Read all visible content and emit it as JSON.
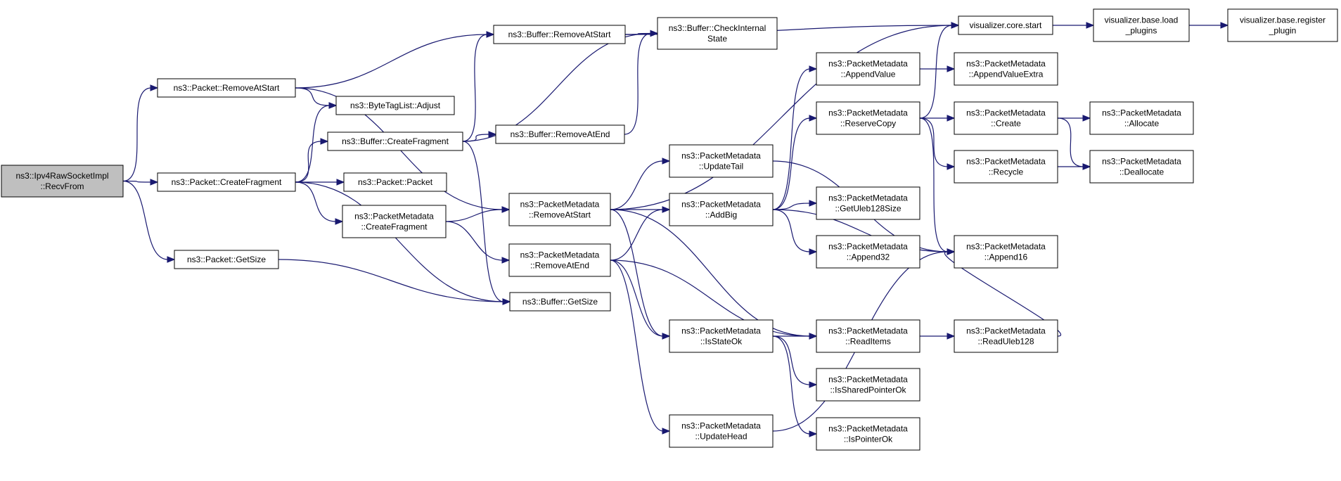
{
  "diagram": {
    "colors": {
      "edge": "#191970",
      "root_fill": "#bfbfbf",
      "node_fill": "#ffffff",
      "node_border": "#000000"
    },
    "nodes": [
      {
        "id": "recvfrom",
        "lines": [
          "ns3::Ipv4RawSocketImpl",
          "::RecvFrom"
        ],
        "root": true
      },
      {
        "id": "pkt_removeatstart",
        "lines": [
          "ns3::Packet::RemoveAtStart"
        ]
      },
      {
        "id": "pkt_createfragment",
        "lines": [
          "ns3::Packet::CreateFragment"
        ]
      },
      {
        "id": "pkt_getsize",
        "lines": [
          "ns3::Packet::GetSize"
        ]
      },
      {
        "id": "buf_removeatstart",
        "lines": [
          "ns3::Buffer::RemoveAtStart"
        ]
      },
      {
        "id": "bytetaglist_adjust",
        "lines": [
          "ns3::ByteTagList::Adjust"
        ]
      },
      {
        "id": "buf_createfragment",
        "lines": [
          "ns3::Buffer::CreateFragment"
        ]
      },
      {
        "id": "pkt_packet",
        "lines": [
          "ns3::Packet::Packet"
        ]
      },
      {
        "id": "pm_createfragment",
        "lines": [
          "ns3::PacketMetadata",
          "::CreateFragment"
        ]
      },
      {
        "id": "buf_checkinternalstate",
        "lines": [
          "ns3::Buffer::CheckInternal",
          "State"
        ]
      },
      {
        "id": "buf_removeatend",
        "lines": [
          "ns3::Buffer::RemoveAtEnd"
        ]
      },
      {
        "id": "pm_removeatstart",
        "lines": [
          "ns3::PacketMetadata",
          "::RemoveAtStart"
        ]
      },
      {
        "id": "pm_removeatend",
        "lines": [
          "ns3::PacketMetadata",
          "::RemoveAtEnd"
        ]
      },
      {
        "id": "buf_getsize",
        "lines": [
          "ns3::Buffer::GetSize"
        ]
      },
      {
        "id": "pm_updatetail",
        "lines": [
          "ns3::PacketMetadata",
          "::UpdateTail"
        ]
      },
      {
        "id": "pm_addbig",
        "lines": [
          "ns3::PacketMetadata",
          "::AddBig"
        ]
      },
      {
        "id": "pm_isstateok",
        "lines": [
          "ns3::PacketMetadata",
          "::IsStateOk"
        ]
      },
      {
        "id": "pm_updatehead",
        "lines": [
          "ns3::PacketMetadata",
          "::UpdateHead"
        ]
      },
      {
        "id": "pm_appendvalue",
        "lines": [
          "ns3::PacketMetadata",
          "::AppendValue"
        ]
      },
      {
        "id": "pm_reservecopy",
        "lines": [
          "ns3::PacketMetadata",
          "::ReserveCopy"
        ]
      },
      {
        "id": "pm_getuleb128size",
        "lines": [
          "ns3::PacketMetadata",
          "::GetUleb128Size"
        ]
      },
      {
        "id": "pm_append32",
        "lines": [
          "ns3::PacketMetadata",
          "::Append32"
        ]
      },
      {
        "id": "pm_readitems",
        "lines": [
          "ns3::PacketMetadata",
          "::ReadItems"
        ]
      },
      {
        "id": "pm_issharedpointerok",
        "lines": [
          "ns3::PacketMetadata",
          "::IsSharedPointerOk"
        ]
      },
      {
        "id": "pm_ispointerok",
        "lines": [
          "ns3::PacketMetadata",
          "::IsPointerOk"
        ]
      },
      {
        "id": "viz_core_start",
        "lines": [
          "visualizer.core.start"
        ]
      },
      {
        "id": "pm_appendvalueextra",
        "lines": [
          "ns3::PacketMetadata",
          "::AppendValueExtra"
        ]
      },
      {
        "id": "pm_create",
        "lines": [
          "ns3::PacketMetadata",
          "::Create"
        ]
      },
      {
        "id": "pm_recycle",
        "lines": [
          "ns3::PacketMetadata",
          "::Recycle"
        ]
      },
      {
        "id": "pm_append16",
        "lines": [
          "ns3::PacketMetadata",
          "::Append16"
        ]
      },
      {
        "id": "pm_readuleb128",
        "lines": [
          "ns3::PacketMetadata",
          "::ReadUleb128"
        ]
      },
      {
        "id": "viz_base_load_plugins",
        "lines": [
          "visualizer.base.load",
          "_plugins"
        ]
      },
      {
        "id": "pm_allocate",
        "lines": [
          "ns3::PacketMetadata",
          "::Allocate"
        ]
      },
      {
        "id": "pm_deallocate",
        "lines": [
          "ns3::PacketMetadata",
          "::Deallocate"
        ]
      },
      {
        "id": "viz_base_register_plugin",
        "lines": [
          "visualizer.base.register",
          "_plugin"
        ]
      }
    ],
    "edges": [
      [
        "recvfrom",
        "pkt_removeatstart"
      ],
      [
        "recvfrom",
        "pkt_createfragment"
      ],
      [
        "recvfrom",
        "pkt_getsize"
      ],
      [
        "pkt_removeatstart",
        "buf_removeatstart"
      ],
      [
        "pkt_removeatstart",
        "bytetaglist_adjust"
      ],
      [
        "pkt_removeatstart",
        "pm_removeatstart"
      ],
      [
        "pkt_createfragment",
        "bytetaglist_adjust"
      ],
      [
        "pkt_createfragment",
        "buf_createfragment"
      ],
      [
        "pkt_createfragment",
        "pkt_packet"
      ],
      [
        "pkt_createfragment",
        "pm_createfragment"
      ],
      [
        "pkt_createfragment",
        "buf_getsize"
      ],
      [
        "pkt_getsize",
        "buf_getsize"
      ],
      [
        "buf_removeatstart",
        "buf_checkinternalstate"
      ],
      [
        "buf_removeatstart",
        "viz_core_start"
      ],
      [
        "buf_createfragment",
        "buf_removeatstart"
      ],
      [
        "buf_createfragment",
        "buf_checkinternalstate"
      ],
      [
        "buf_createfragment",
        "buf_removeatend"
      ],
      [
        "buf_createfragment",
        "buf_getsize"
      ],
      [
        "buf_removeatend",
        "buf_checkinternalstate"
      ],
      [
        "pm_createfragment",
        "pm_removeatstart"
      ],
      [
        "pm_createfragment",
        "pm_removeatend"
      ],
      [
        "pm_removeatstart",
        "viz_core_start"
      ],
      [
        "pm_removeatstart",
        "pm_updatetail"
      ],
      [
        "pm_removeatstart",
        "pm_addbig"
      ],
      [
        "pm_removeatstart",
        "pm_isstateok"
      ],
      [
        "pm_removeatstart",
        "pm_readitems"
      ],
      [
        "pm_removeatend",
        "pm_addbig"
      ],
      [
        "pm_removeatend",
        "pm_isstateok"
      ],
      [
        "pm_removeatend",
        "pm_readitems"
      ],
      [
        "pm_removeatend",
        "pm_updatehead"
      ],
      [
        "pm_updatetail",
        "pm_append16"
      ],
      [
        "pm_addbig",
        "pm_appendvalue"
      ],
      [
        "pm_addbig",
        "pm_reservecopy"
      ],
      [
        "pm_addbig",
        "pm_getuleb128size"
      ],
      [
        "pm_addbig",
        "pm_append32"
      ],
      [
        "pm_addbig",
        "pm_append16"
      ],
      [
        "pm_isstateok",
        "pm_readitems"
      ],
      [
        "pm_isstateok",
        "pm_issharedpointerok"
      ],
      [
        "pm_isstateok",
        "pm_ispointerok"
      ],
      [
        "pm_updatehead",
        "pm_append16"
      ],
      [
        "pm_appendvalue",
        "pm_appendvalueextra"
      ],
      [
        "pm_reservecopy",
        "viz_core_start"
      ],
      [
        "pm_reservecopy",
        "pm_create"
      ],
      [
        "pm_reservecopy",
        "pm_recycle"
      ],
      [
        "pm_reservecopy",
        "pm_append16"
      ],
      [
        "pm_readitems",
        "pm_readuleb128"
      ],
      [
        "pm_readuleb128",
        "pm_append16"
      ],
      [
        "viz_core_start",
        "viz_base_load_plugins"
      ],
      [
        "viz_base_load_plugins",
        "viz_base_register_plugin"
      ],
      [
        "pm_create",
        "pm_allocate"
      ],
      [
        "pm_create",
        "pm_deallocate"
      ],
      [
        "pm_recycle",
        "pm_deallocate"
      ]
    ]
  }
}
